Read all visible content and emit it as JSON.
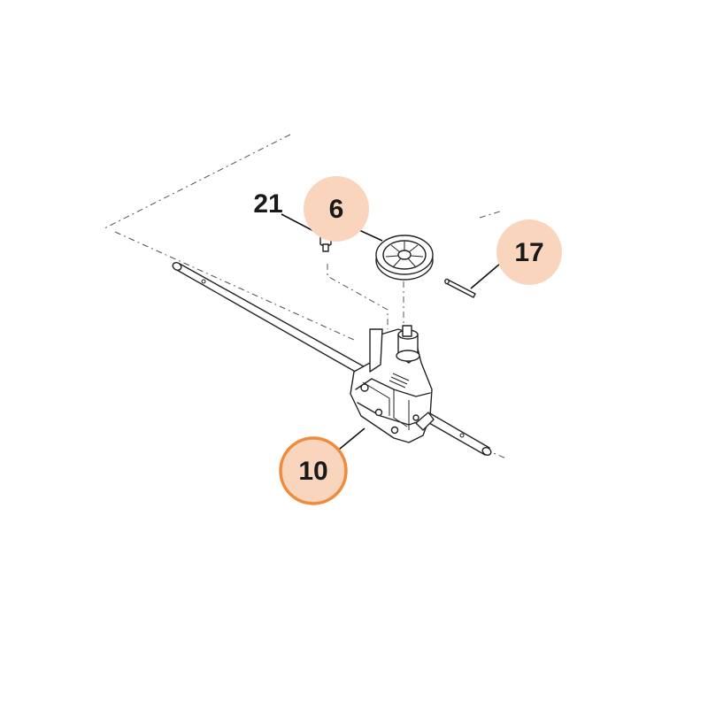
{
  "callouts": [
    {
      "id": "21",
      "label": "21",
      "style": "plain"
    },
    {
      "id": "6",
      "label": "6",
      "style": "filled"
    },
    {
      "id": "17",
      "label": "17",
      "style": "filled"
    },
    {
      "id": "10",
      "label": "10",
      "style": "outlined"
    }
  ],
  "colors": {
    "callout_fill": "#FAD5BE",
    "callout_outline": "#F08A3C",
    "text": "#1a1a1a",
    "line": "#222222"
  }
}
